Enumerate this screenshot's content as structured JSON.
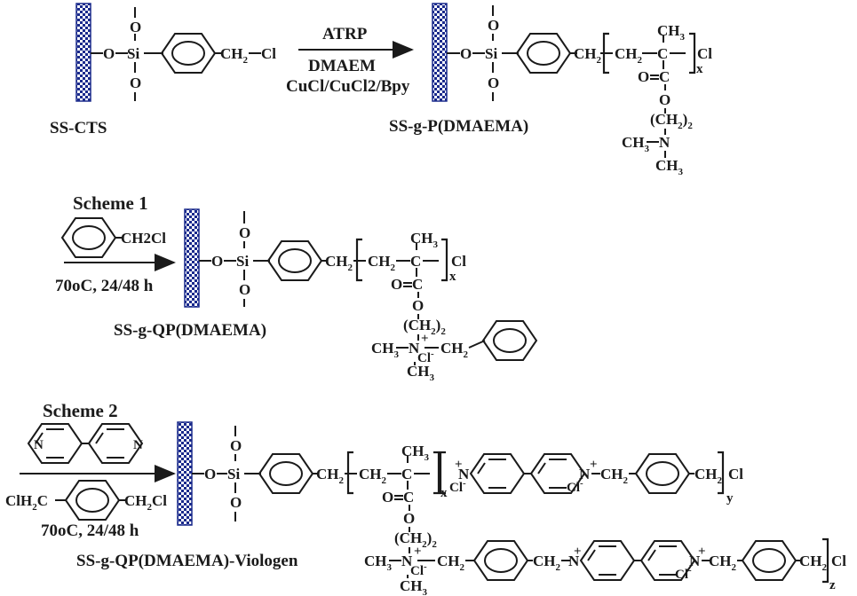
{
  "reactions": {
    "r1": {
      "reagents": [
        "ATRP",
        "DMAEM",
        "CuCl/CuCl2/Bpy"
      ],
      "reactant_label": "SS-CTS",
      "product_label": "SS-g-P(DMAEMA)"
    },
    "r2": {
      "scheme_label": "Scheme 1",
      "reagent": "CH2Cl",
      "conditions": "70oC, 24/48 h",
      "product_label": "SS-g-QP(DMAEMA)"
    },
    "r3": {
      "scheme_label": "Scheme 2",
      "reagent": "ClH2C-C6H4-CH2Cl",
      "conditions": "70oC, 24/48 h",
      "product_label": "SS-g-QP(DMAEMA)-Viologen"
    }
  },
  "atoms": {
    "O": "O",
    "Si": "Si",
    "Cl": "Cl",
    "C": "C",
    "N": "N",
    "CH": "CH",
    "CH3": "CH",
    "three": "3",
    "two": "2",
    "x": "x",
    "y": "y",
    "z": "z",
    "plus": "+",
    "minus": "-"
  },
  "colors": {
    "surface": "#1a2a8c",
    "ink": "#1a1a1a"
  }
}
